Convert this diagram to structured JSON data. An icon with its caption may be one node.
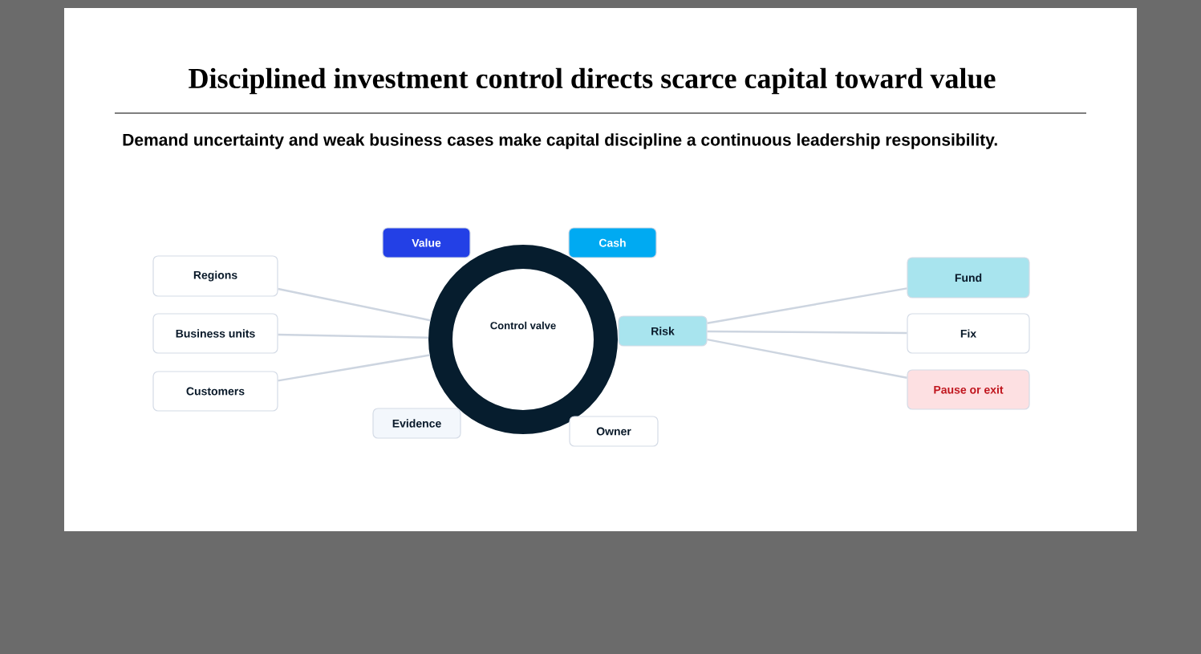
{
  "diagram": {
    "title": "Disciplined investment control directs scarce capital toward value",
    "caption": "Demand uncertainty and weak business cases make capital discipline a continuous leadership responsibility.",
    "nodes": [
      {
        "text": [
          "Value"
        ]
      },
      {
        "text": [
          "Cash"
        ]
      },
      {
        "text": [
          "Regions"
        ]
      },
      {
        "text": [
          "Business units"
        ]
      },
      {
        "text": [
          "Customers"
        ]
      },
      {
        "text": [
          "Control valve"
        ]
      },
      {
        "text": [
          "Risk"
        ]
      },
      {
        "text": [
          "Fund"
        ]
      },
      {
        "text": [
          "Fix"
        ]
      },
      {
        "text": [
          "Pause or exit"
        ]
      },
      {
        "text": [
          "Evidence"
        ]
      },
      {
        "text": [
          "Owner"
        ]
      }
    ],
    "edges": [
      {
        "from": 2,
        "to": 5,
        "arrow": "none"
      },
      {
        "from": 3,
        "to": 5,
        "arrow": "none"
      },
      {
        "from": 4,
        "to": 5,
        "arrow": "none"
      },
      {
        "from": 6,
        "to": 7,
        "arrow": "none"
      },
      {
        "from": 6,
        "to": 8,
        "arrow": "none"
      },
      {
        "from": 6,
        "to": 9,
        "arrow": "none"
      }
    ]
  }
}
